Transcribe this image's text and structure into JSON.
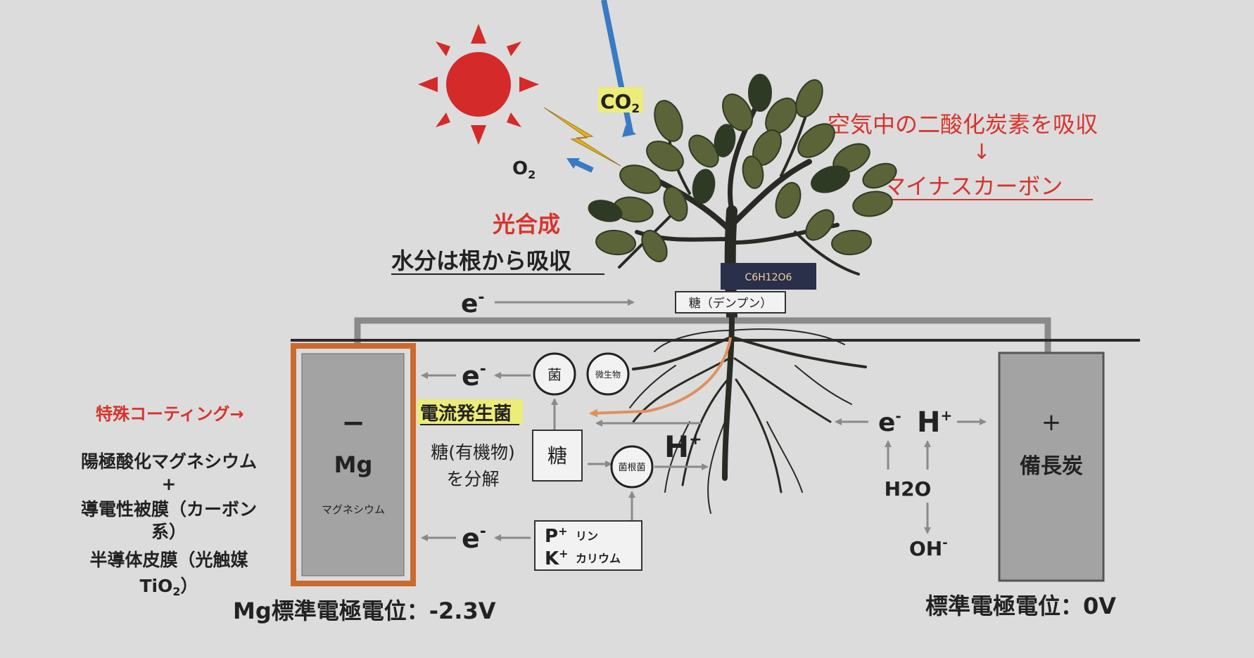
{
  "colors": {
    "background": "#dcdcdc",
    "sun": "#d42a2a",
    "leaf": "#5a6438",
    "leaf_dark": "#2f3a24",
    "trunk": "#2a2a24",
    "highlight": "#ecec78",
    "red_text": "#d8332c",
    "coating": "#cc6a2e",
    "electrode": "#a3a3a3",
    "arrow_gray": "#8a8a8a",
    "arrow_blue": "#3a7ac4",
    "root_arrow": "#e09060",
    "sugar_box": "#2a2f4a"
  },
  "icons": {
    "sun": "sun-icon",
    "tree": "tree-icon",
    "roots": "roots-icon",
    "leaf_lightning": "lightning-icon"
  },
  "photosynthesis": {
    "co2_base": "CO",
    "co2_sub": "2",
    "o2_base": "O",
    "o2_sub": "2",
    "title": "光合成",
    "water_note": "水分は根から吸収"
  },
  "right_note": {
    "line1": "空気中の二酸化炭素を吸収",
    "arrow": "↓",
    "line2": "マイナスカーボン"
  },
  "sugar": {
    "formula": "C6H12O6",
    "label": "糖（デンプン）"
  },
  "top_electron": "e",
  "top_electron_sup": "-",
  "anode": {
    "sign": "−",
    "symbol": "Mg",
    "name": "マグネシウム",
    "coating_label": "特殊コーティング→",
    "desc1": "陽極酸化マグネシウム",
    "desc_plus": "+",
    "desc2": "導電性被膜（カーボン",
    "desc3": "系）",
    "desc4": "半導体皮膜（光触媒",
    "desc5_base": "TiO",
    "desc5_sub": "2",
    "desc5_end": "）",
    "potential": "Mg標準電極電位：-2.3V"
  },
  "middle": {
    "e_upper": "e",
    "e_lower": "e",
    "e_sup": "-",
    "bacteria": "菌",
    "microbe": "微生物",
    "current_bacteria": "電流発生菌",
    "sugar_box": "糖",
    "decompose1": "糖(有機物)",
    "decompose2": "を分解",
    "root_nodule": "菌根菌",
    "h_plus": "H",
    "h_sup": "+",
    "nutrient_p": "P",
    "nutrient_p_sup": "+",
    "nutrient_p_name": "リン",
    "nutrient_k": "K",
    "nutrient_k_sup": "+",
    "nutrient_k_name": "カリウム"
  },
  "cathode": {
    "sign": "+",
    "name": "備長炭",
    "e": "e",
    "e_sup": "-",
    "h": "H",
    "h_sup": "+",
    "h2o": "H2O",
    "oh": "OH",
    "oh_sup": "-",
    "potential": "標準電極電位：0V"
  }
}
